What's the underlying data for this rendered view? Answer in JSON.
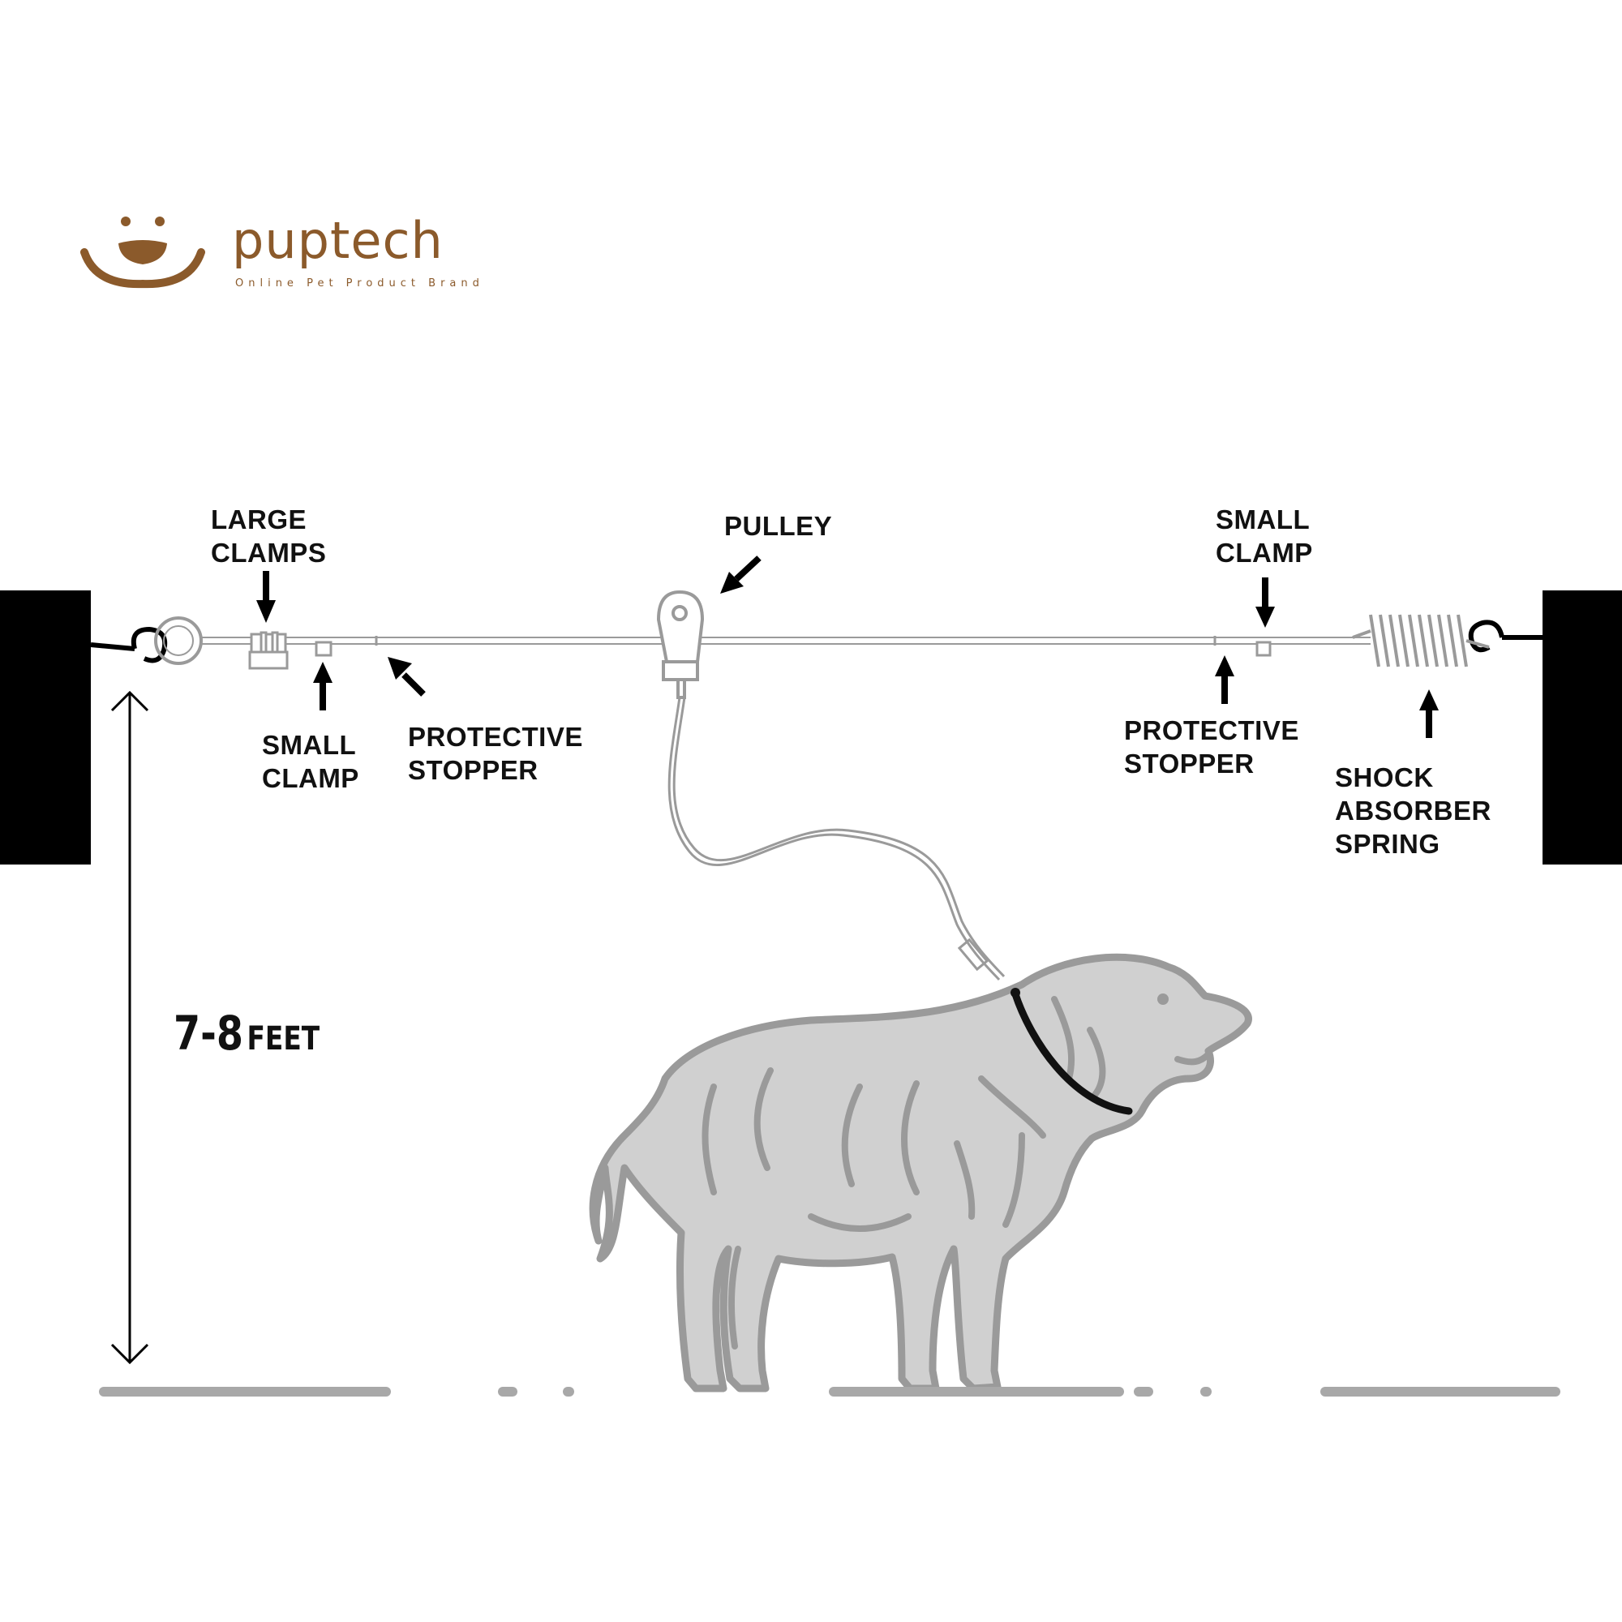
{
  "brand": {
    "name": "puptech",
    "tagline": "Online Pet Product Brand",
    "color": "#8B5A2B"
  },
  "labels": {
    "large_clamps": [
      "LARGE",
      "CLAMPS"
    ],
    "small_clamp_left": [
      "SMALL",
      "CLAMP"
    ],
    "protective_stopper_left": [
      "PROTECTIVE",
      "STOPPER"
    ],
    "pulley": [
      "PULLEY"
    ],
    "small_clamp_right": [
      "SMALL",
      "CLAMP"
    ],
    "protective_stopper_right": [
      "PROTECTIVE",
      "STOPPER"
    ],
    "shock_absorber_spring": [
      "SHOCK",
      "ABSORBER",
      "SPRING"
    ]
  },
  "height": {
    "value": "7-8",
    "unit": "FEET"
  },
  "colors": {
    "post": "#000000",
    "cable": "#9a9a9a",
    "dog_fill": "#d0d0d0",
    "dog_outline": "#9a9a9a",
    "collar": "#111111",
    "ground": "#a8a8a8",
    "text": "#111111"
  }
}
